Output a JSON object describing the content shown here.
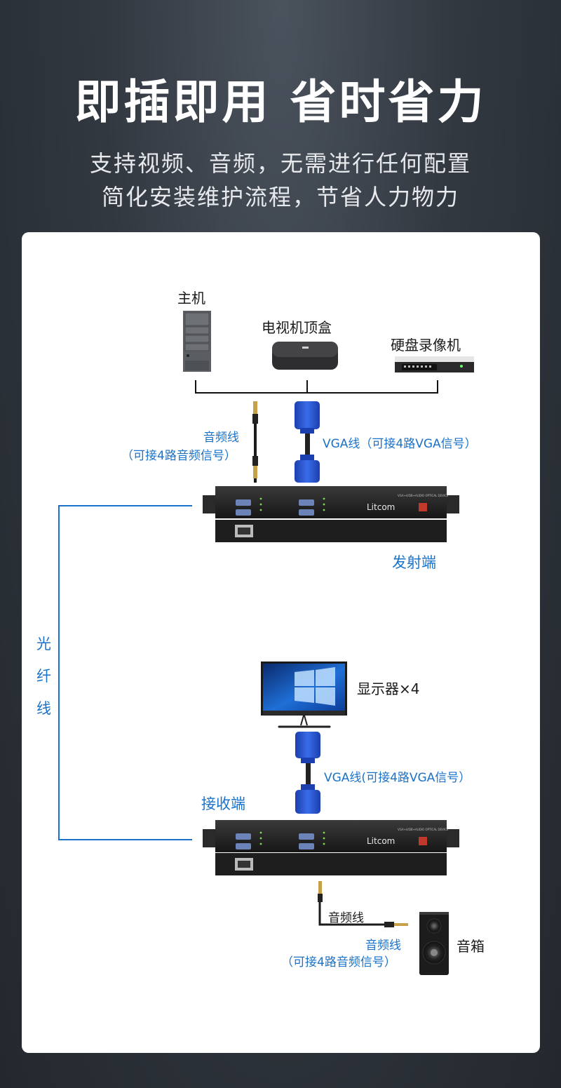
{
  "headline": "即插即用 省时省力",
  "subtitle_lines": [
    "支持视频、音频，无需进行任何配置",
    "简化安装维护流程，节省人力物力"
  ],
  "devices": {
    "host": "主机",
    "tv_box": "电视机顶盒",
    "dvr": "硬盘录像机",
    "monitor": "显示器×4",
    "speaker": "音箱"
  },
  "cables": {
    "audio_top_line1": "音频线",
    "audio_top_line2": "（可接4路音频信号）",
    "vga_top": "VGA线（可接4路VGA信号）",
    "vga_bottom": "VGA线(可接4路VGA信号）",
    "audio_black": "音频线",
    "audio_bottom_line1": "音频线",
    "audio_bottom_line2": "（可接4路音频信号）"
  },
  "ends": {
    "transmitter": "发射端",
    "receiver": "接收端",
    "fiber_chars": [
      "光",
      "纤",
      "线"
    ]
  },
  "unit": {
    "brand": "Litcom",
    "model": "VGA+4/DB+AUDIO OPTICAL DEVICE"
  },
  "colors": {
    "accent_blue": "#1a72c9",
    "background": "#2b3138",
    "card": "#ffffff"
  }
}
